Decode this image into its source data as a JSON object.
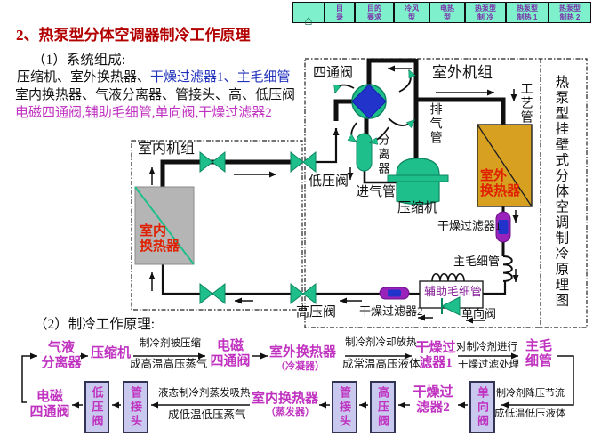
{
  "nav": {
    "home_glyph": "⌂",
    "items": [
      {
        "label": "目\n录"
      },
      {
        "label": "目的\n要求"
      },
      {
        "label": "冷风\n型"
      },
      {
        "label": "电热\n型"
      },
      {
        "label": "热泵型\n制 冷"
      },
      {
        "label": "热泵型\n制热 1"
      },
      {
        "label": "热泵型\n制热 2"
      }
    ]
  },
  "title": "2、热泵型分体空调器制冷工作原理",
  "section1": {
    "heading": "（1）系统组成:",
    "line1_black": "压缩机、室外换热器、",
    "line1_blue": "干燥过滤器1、主毛细管",
    "line2": "室内换热器、气液分离器、管接头、高、低压阀",
    "line3": "电磁四通阀,辅助毛细管,单向阀,干燥过滤器2"
  },
  "diagram": {
    "indoor_unit": "室内机组",
    "outdoor_unit": "室外机组",
    "four_way_valve": "四通阀",
    "discharge_pipe": "排气管",
    "process_pipe": "工艺管",
    "separator": "分离器",
    "intake_pipe": "进气管",
    "compressor": "压缩机",
    "low_pressure_valve": "低压阀",
    "high_pressure_valve": "高压阀",
    "indoor_hx": "室内\n换热器",
    "outdoor_hx": "室外\n换热器",
    "dry_filter_1": "干燥过滤器1",
    "main_capillary": "主毛细管",
    "aux_capillary": "辅助毛细管",
    "check_valve": "单向阀",
    "dry_filter_2": "干燥过滤器2",
    "side_caption": "热泵型挂壁式分体空调制冷原理图"
  },
  "section2": {
    "heading": "（2）制冷工作原理:"
  },
  "flow": {
    "separator": "气液\n分离器",
    "compressor": "压缩机",
    "ann1_top": "制冷剂被压缩",
    "ann1_bottom": "成高温高压蒸气",
    "valve4": "电磁\n四通阀",
    "outdoor_hx": "室外换热器",
    "outdoor_hx_sub": "（冷凝器）",
    "ann2_top": "制冷剂冷却放热",
    "ann2_bottom": "成常温高压液体",
    "filter1": "干燥过\n滤器1",
    "ann3_top": "对制冷剂进行",
    "ann3_bottom": "干燥过滤处理",
    "capillary": "主毛\n细管",
    "ann4_top": "制冷剂降压节流",
    "ann4_bottom": "成低温低压液体",
    "check_valve": "单向阀",
    "filter2": "干燥过\n滤器2",
    "hp_valve": "高压阀",
    "joint1": "管接头",
    "indoor_hx": "室内换热器",
    "indoor_hx_sub": "（蒸发器）",
    "ann5_top": "液态制冷剂蒸发吸热",
    "ann5_bottom": "成低温低压蒸气",
    "joint2": "管接头",
    "lp_valve": "低压阀",
    "valve4b": "电磁\n四通阀"
  },
  "colors": {
    "nav_bg": "#7FF0CC",
    "nav_text": "#7A33AA",
    "title": "#B30000",
    "blue_text": "#2233BB",
    "magenta_text": "#C032C0",
    "green_component": "#1FBF8C",
    "valve_diamond_blue": "#2233CC",
    "outdoor_hx_fill": "#D8A020",
    "indoor_hx_fill": "#B5B5B5",
    "hx_label_red": "#E02000",
    "filter_capsule_purple": "#9922BB",
    "flow_box_fill": "#C9C9EF",
    "flow_box_border": "#333355"
  }
}
